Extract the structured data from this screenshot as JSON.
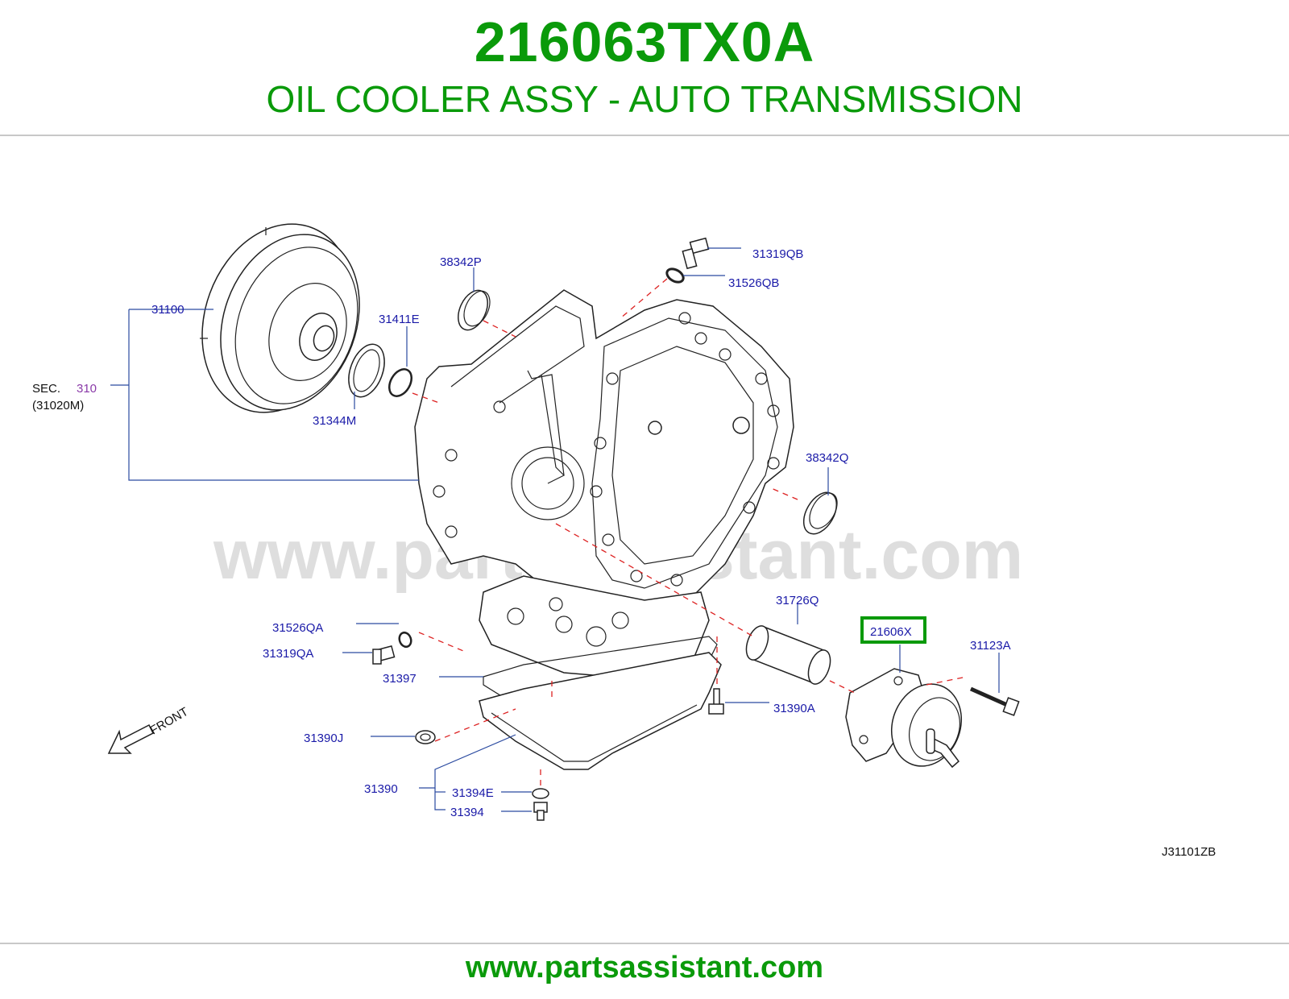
{
  "header": {
    "part_number": "216063TX0A",
    "title": "OIL COOLER ASSY - AUTO TRANSMISSION"
  },
  "diagram": {
    "code": "J31101ZB",
    "watermark": "www.partsassistant.com",
    "front_label": "FRONT",
    "sec_label": "SEC.",
    "sec_number": "310",
    "sec_sub": "(31020M)",
    "highlighted_part": "21606X",
    "highlight_color": "#0a9a0a",
    "parts": {
      "p31100": "31100",
      "p38342P": "38342P",
      "p31411E": "31411E",
      "p31344M": "31344M",
      "p31319QB": "31319QB",
      "p31526QB": "31526QB",
      "p38342Q": "38342Q",
      "p31726Q": "31726Q",
      "p31123A": "31123A",
      "p31390A": "31390A",
      "p31526QA": "31526QA",
      "p31319QA": "31319QA",
      "p31397": "31397",
      "p31390J": "31390J",
      "p31390": "31390",
      "p31394E": "31394E",
      "p31394": "31394"
    }
  },
  "footer": {
    "url": "www.partsassistant.com"
  }
}
